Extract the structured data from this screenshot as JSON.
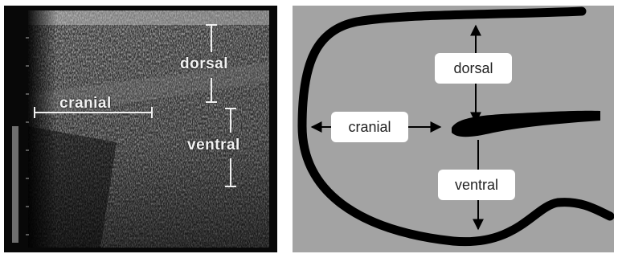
{
  "ultrasound": {
    "labels": {
      "dorsal": "dorsal",
      "cranial": "cranial",
      "ventral": "ventral"
    }
  },
  "schematic": {
    "labels": {
      "dorsal": "dorsal",
      "cranial": "cranial",
      "ventral": "ventral"
    }
  },
  "colors": {
    "ultrasound_background": "#050505",
    "ultrasound_label": "#f2f2f2",
    "schematic_background": "#a3a3a3",
    "schematic_line": "#000000",
    "label_box": "#ffffff"
  }
}
